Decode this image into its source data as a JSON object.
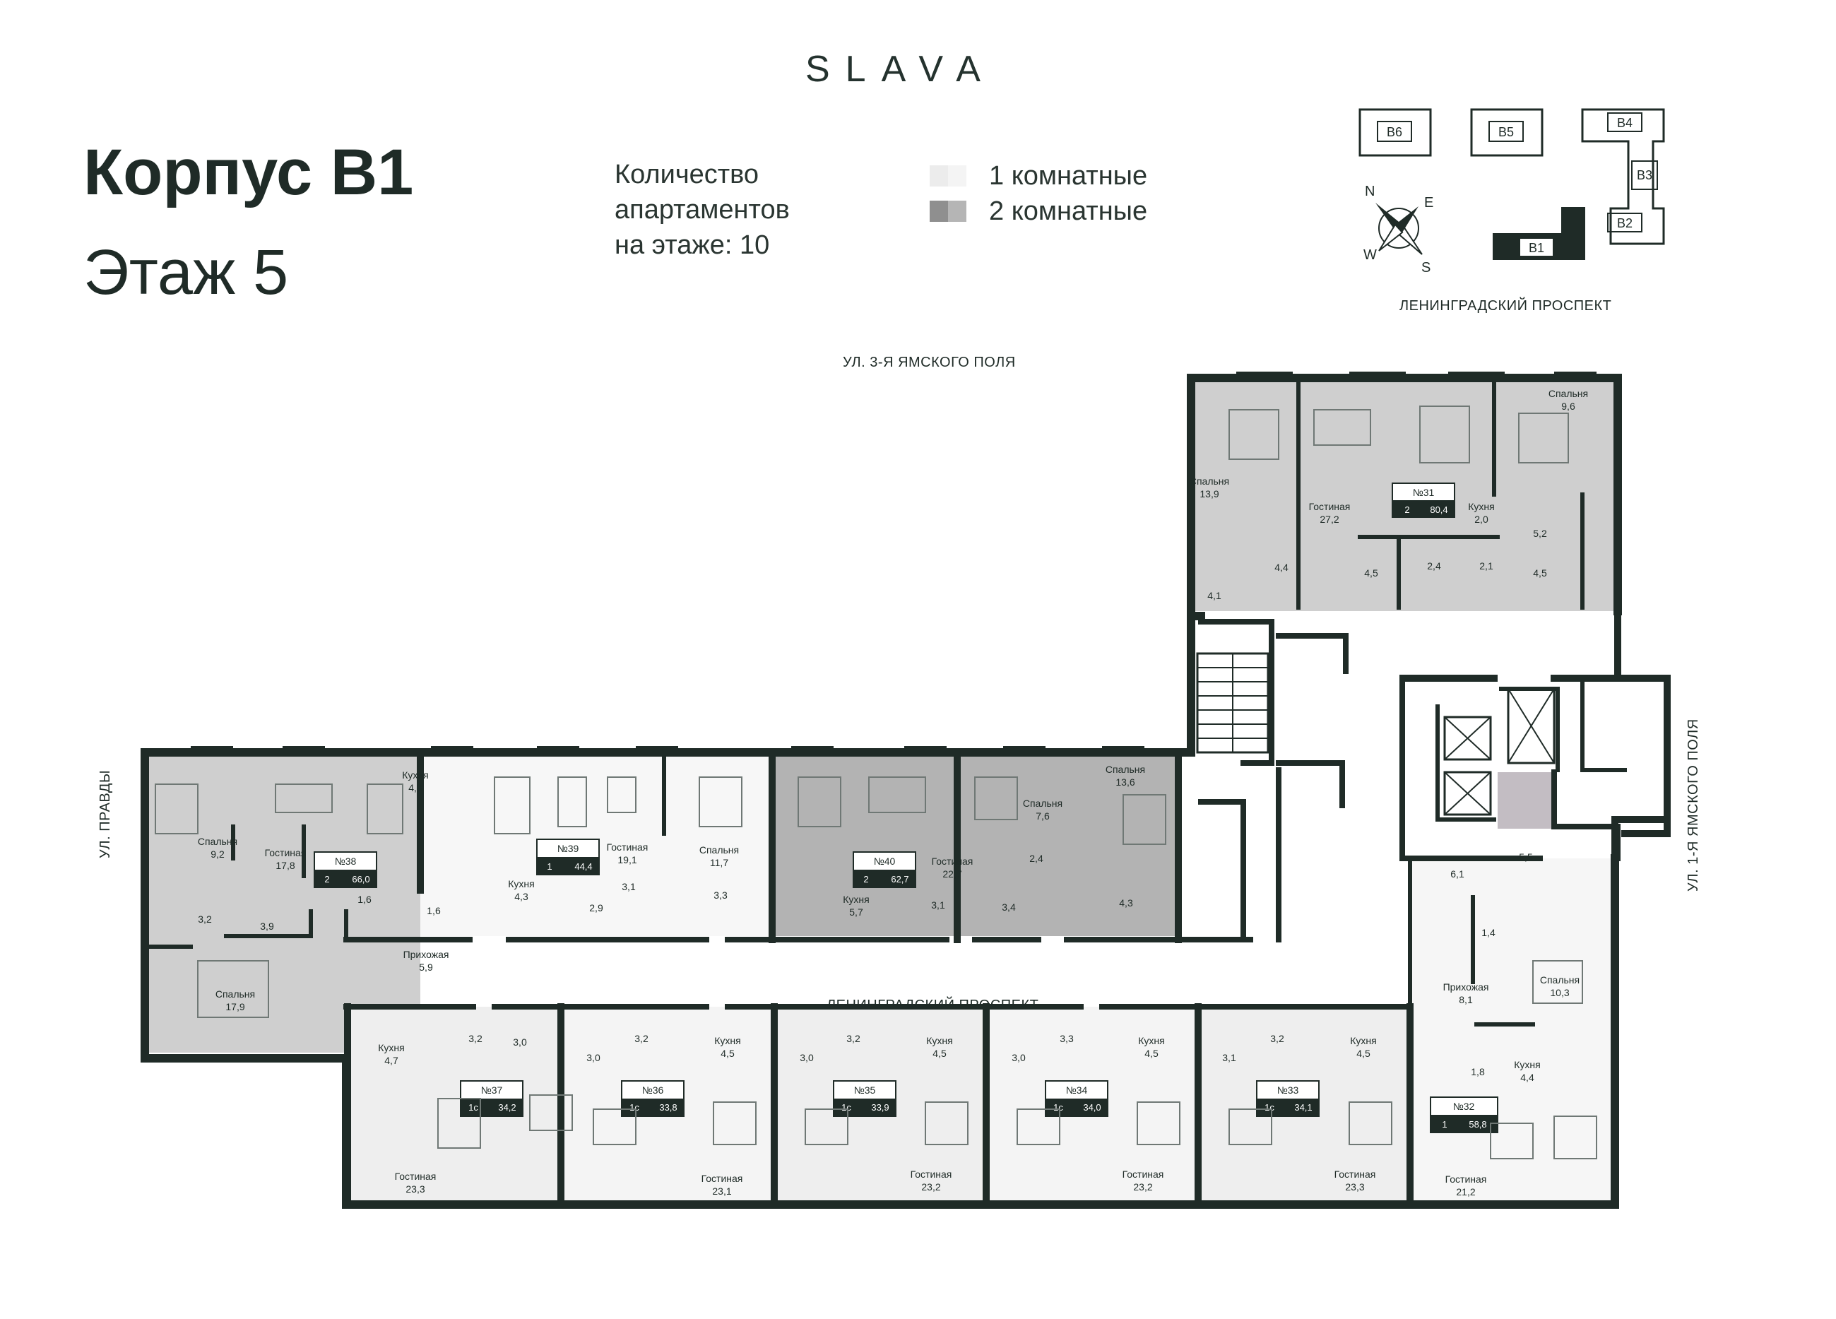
{
  "brand": "SLAVA",
  "building_title": "Корпус В1",
  "floor_title": "Этаж 5",
  "apartment_count": {
    "line1": "Количество",
    "line2": "апартаментов",
    "line3": "на этаже: 10"
  },
  "legend": [
    {
      "label": "1 комнатные",
      "color": "#e6e6e6"
    },
    {
      "label": "2 комнатные",
      "color": "#a5a5a5"
    }
  ],
  "key_plan": {
    "buildings": [
      "В6",
      "В5",
      "В4",
      "В3",
      "В2",
      "В1"
    ],
    "current": "В1",
    "compass": {
      "n": "N",
      "e": "E",
      "s": "S",
      "w": "W"
    },
    "street": "ЛЕНИНГРАДСКИЙ ПРОСПЕКТ"
  },
  "streets": {
    "top": "УЛ. 3-Я ЯМСКОГО ПОЛЯ",
    "bottom": "ЛЕНИНГРАДСКИЙ ПРОСПЕКТ",
    "left": "УЛ. ПРАВДЫ",
    "right": "УЛ. 1-Я ЯМСКОГО ПОЛЯ"
  },
  "apartments": [
    {
      "number": "№31",
      "rooms": "2",
      "area": "80,4"
    },
    {
      "number": "№32",
      "rooms": "1",
      "area": "58,8"
    },
    {
      "number": "№33",
      "rooms": "1с",
      "area": "34,1"
    },
    {
      "number": "№34",
      "rooms": "1с",
      "area": "34,0"
    },
    {
      "number": "№35",
      "rooms": "1с",
      "area": "33,9"
    },
    {
      "number": "№36",
      "rooms": "1с",
      "area": "33,8"
    },
    {
      "number": "№37",
      "rooms": "1с",
      "area": "34,2"
    },
    {
      "number": "№38",
      "rooms": "2",
      "area": "66,0"
    },
    {
      "number": "№39",
      "rooms": "1",
      "area": "44,4"
    },
    {
      "number": "№40",
      "rooms": "2",
      "area": "62,7"
    }
  ],
  "rooms": [
    {
      "name": "Спальня",
      "area": "13,9"
    },
    {
      "name": "Гостиная",
      "area": "27,2"
    },
    {
      "name": "Кухня",
      "area": "2,0"
    },
    {
      "name": "Спальня",
      "area": "9,6"
    },
    {
      "name": "Спальня",
      "area": "9,2"
    },
    {
      "name": "Гостиная",
      "area": "17,8"
    },
    {
      "name": "Кухня",
      "area": "4,9"
    },
    {
      "name": "Спальня",
      "area": "17,9"
    },
    {
      "name": "Прихожая",
      "area": "5,9"
    },
    {
      "name": "Кухня",
      "area": "4,3"
    },
    {
      "name": "Гостиная",
      "area": "19,1"
    },
    {
      "name": "Спальня",
      "area": "11,7"
    },
    {
      "name": "Спальня",
      "area": "7,6"
    },
    {
      "name": "Спальня",
      "area": "13,6"
    },
    {
      "name": "Гостиная",
      "area": "22,7"
    },
    {
      "name": "Кухня",
      "area": "5,7"
    },
    {
      "name": "Кухня",
      "area": "4,7"
    },
    {
      "name": "Гостиная",
      "area": "23,3"
    },
    {
      "name": "Кухня",
      "area": "4,5"
    },
    {
      "name": "Гостиная",
      "area": "23,1"
    },
    {
      "name": "Кухня",
      "area": "4,5"
    },
    {
      "name": "Гостиная",
      "area": "23,2"
    },
    {
      "name": "Кухня",
      "area": "4,5"
    },
    {
      "name": "Гостиная",
      "area": "23,2"
    },
    {
      "name": "Кухня",
      "area": "4,5"
    },
    {
      "name": "Гостиная",
      "area": "23,3"
    },
    {
      "name": "Прихожая",
      "area": "8,1"
    },
    {
      "name": "Спальня",
      "area": "10,3"
    },
    {
      "name": "Кухня",
      "area": "4,4"
    },
    {
      "name": "Гостиная",
      "area": "21,2"
    }
  ],
  "small_areas": [
    "4,1",
    "4,4",
    "4,5",
    "2,4",
    "2,1",
    "5,2",
    "4,5",
    "3,2",
    "3,9",
    "1,6",
    "1,6",
    "2,9",
    "3,1",
    "3,3",
    "3,1",
    "3,4",
    "2,4",
    "4,3",
    "3,2",
    "3,0",
    "3,0",
    "3,2",
    "3,0",
    "3,2",
    "3,3",
    "3,0",
    "3,2",
    "3,1",
    "6,1",
    "5,5",
    "1,4",
    "1,8"
  ]
}
